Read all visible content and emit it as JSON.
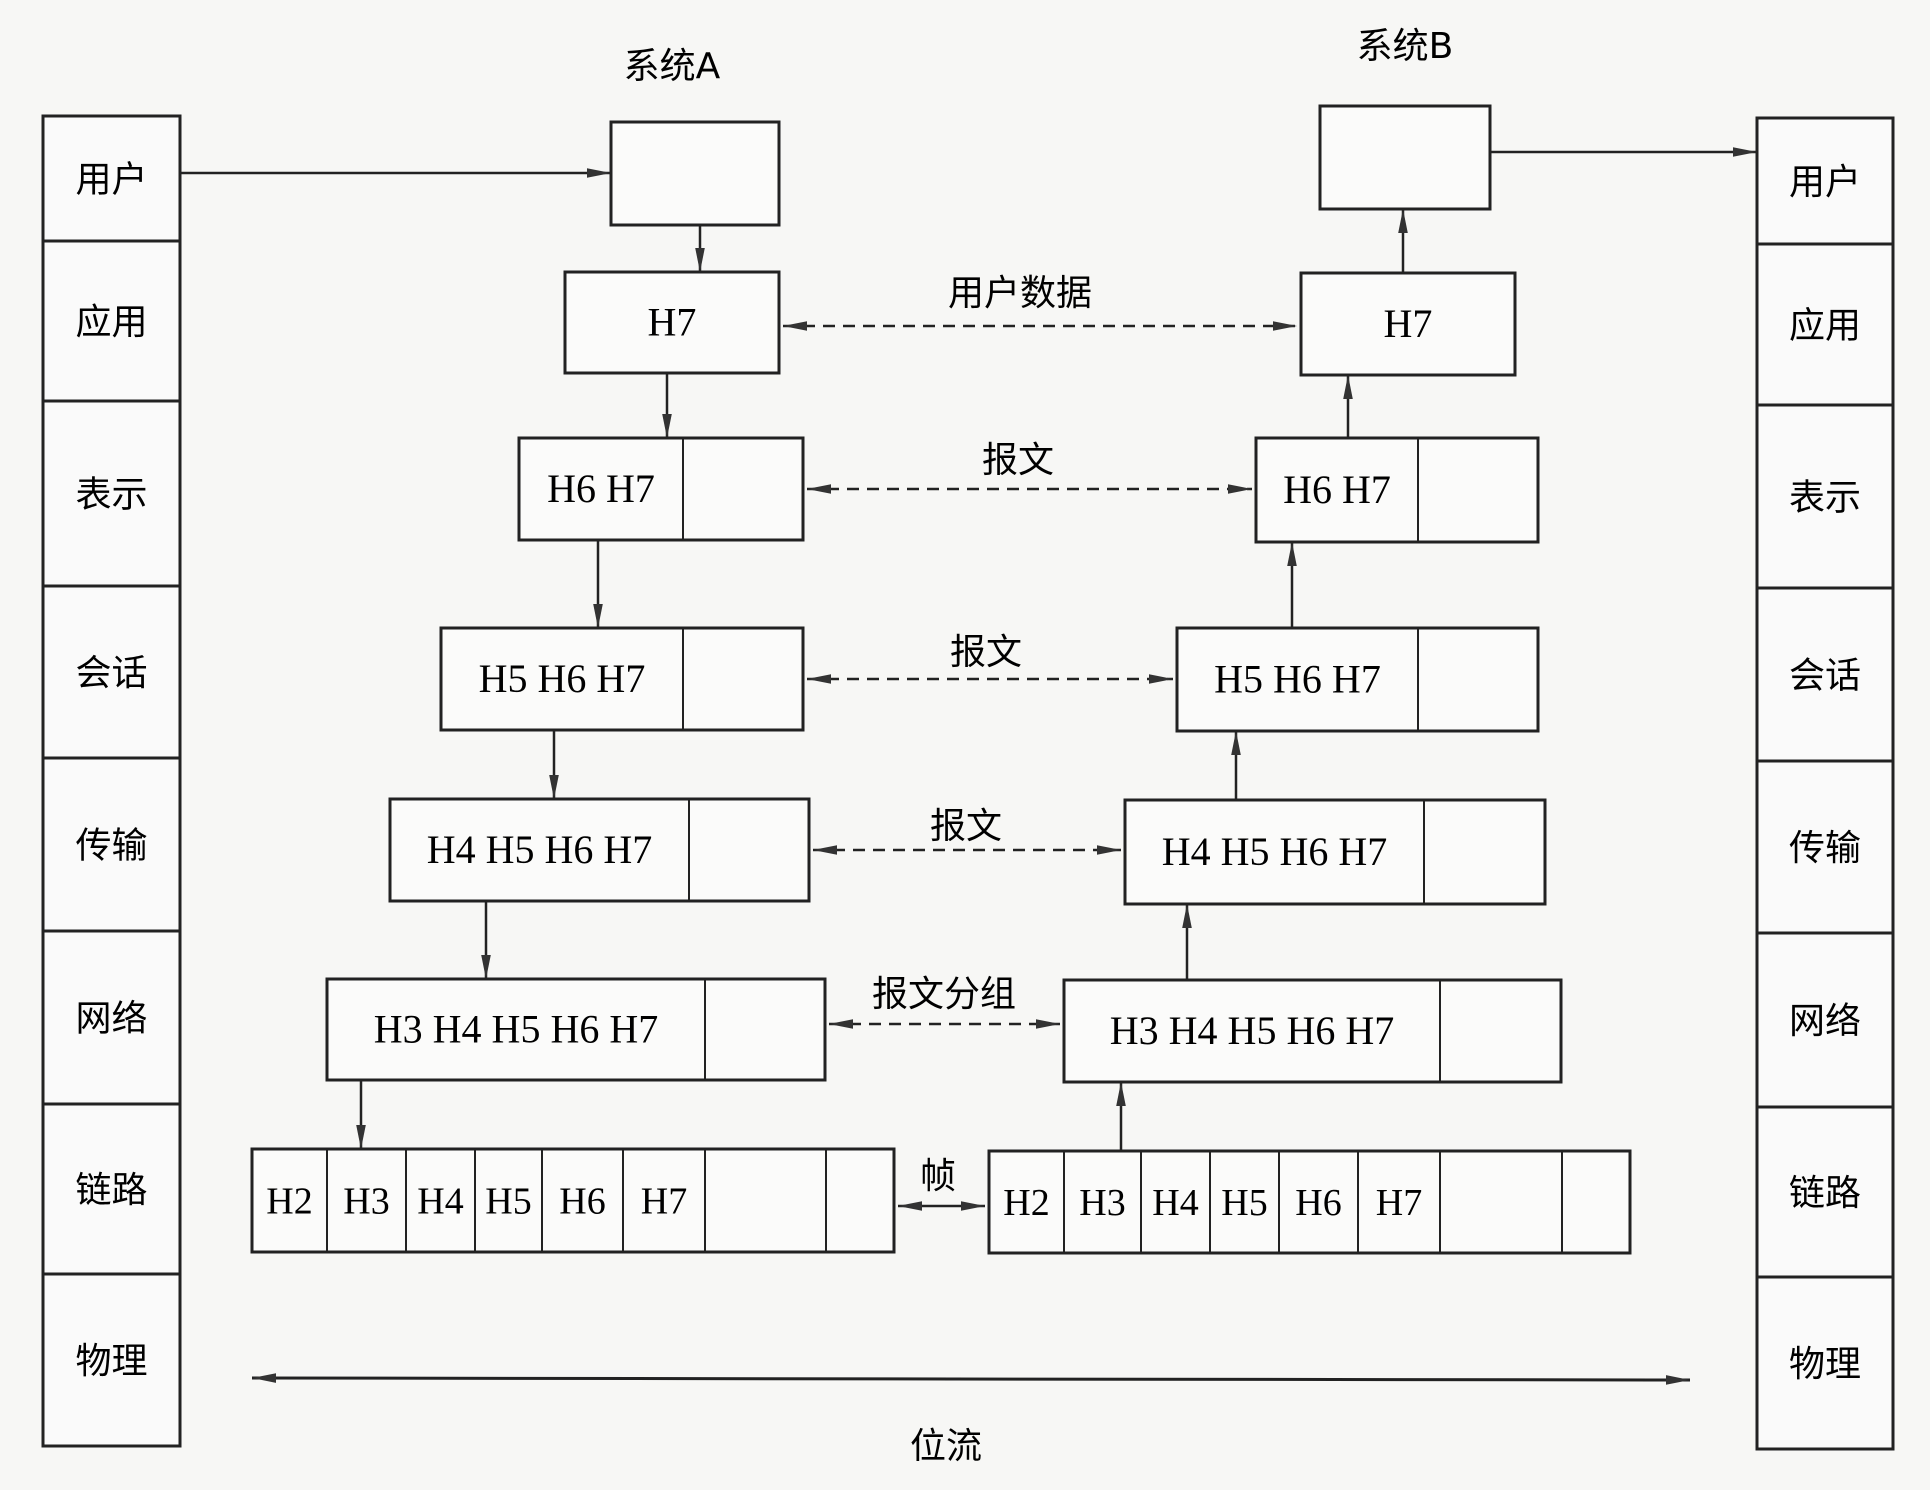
{
  "titles": {
    "system_a": "系统A",
    "system_b": "系统B"
  },
  "layers_left": [
    "用户",
    "应用",
    "表示",
    "会话",
    "传输",
    "网络",
    "链路",
    "物理"
  ],
  "layers_right": [
    "用户",
    "应用",
    "表示",
    "会话",
    "传输",
    "网络",
    "链路",
    "物理"
  ],
  "system_a_stack": [
    {
      "level": "user",
      "headers": []
    },
    {
      "level": "application",
      "headers": [
        "H7"
      ]
    },
    {
      "level": "presentation",
      "headers": [
        "H6",
        "H7"
      ]
    },
    {
      "level": "session",
      "headers": [
        "H5",
        "H6",
        "H7"
      ]
    },
    {
      "level": "transport",
      "headers": [
        "H4",
        "H5",
        "H6",
        "H7"
      ]
    },
    {
      "level": "network",
      "headers": [
        "H3",
        "H4",
        "H5",
        "H6",
        "H7"
      ]
    },
    {
      "level": "link",
      "headers": [
        "H2",
        "H3",
        "H4",
        "H5",
        "H6",
        "H7"
      ]
    }
  ],
  "system_b_stack": [
    {
      "level": "user",
      "headers": []
    },
    {
      "level": "application",
      "headers": [
        "H7"
      ]
    },
    {
      "level": "presentation",
      "headers": [
        "H6",
        "H7"
      ]
    },
    {
      "level": "session",
      "headers": [
        "H5",
        "H6",
        "H7"
      ]
    },
    {
      "level": "transport",
      "headers": [
        "H4",
        "H5",
        "H6",
        "H7"
      ]
    },
    {
      "level": "network",
      "headers": [
        "H3",
        "H4",
        "H5",
        "H6",
        "H7"
      ]
    },
    {
      "level": "link",
      "headers": [
        "H2",
        "H3",
        "H4",
        "H5",
        "H6",
        "H7"
      ]
    }
  ],
  "peer_labels": {
    "application": "用户数据",
    "presentation": "报文",
    "session": "报文",
    "transport": "报文",
    "network": "报文分组",
    "link": "帧",
    "physical": "位流"
  }
}
